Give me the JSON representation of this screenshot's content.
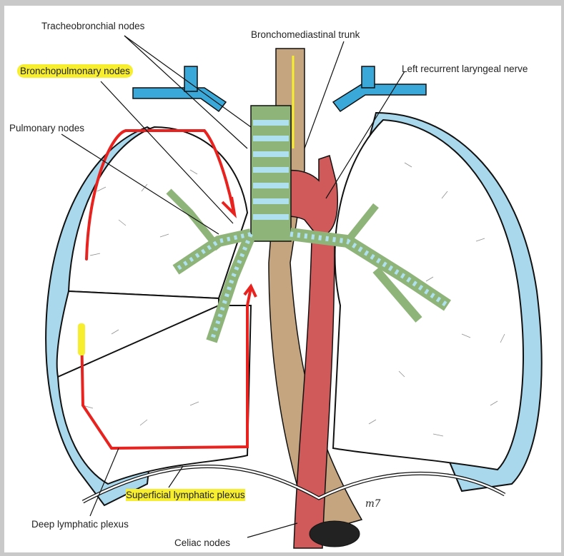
{
  "figure": {
    "title": "Lymphatic drainage of the lungs",
    "labels": {
      "tracheobronchial": "Tracheobronchial nodes",
      "bronchomediastinal": "Bronchomediastinal trunk",
      "left_recurrent": "Left recurrent laryngeal nerve",
      "bronchopulmonary": "Bronchopulmonary nodes",
      "pulmonary": "Pulmonary nodes",
      "superficial_plexus": "Superficial lymphatic plexus",
      "deep_plexus": "Deep lymphatic plexus",
      "celiac": "Celiac nodes"
    },
    "signature": "m7",
    "highlighted_labels": [
      "Bronchopulmonary nodes",
      "Superficial lymphatic plexus"
    ],
    "colors": {
      "pleura": "#a9d8ec",
      "bronchus_green": "#8fb47a",
      "bronchus_blue": "#aee0f0",
      "aorta": "#d05a5a",
      "esophagus": "#c4a57f",
      "vein": "#3aa8d8",
      "highlight": "#f6ee2e",
      "annotation": "#e8231f"
    }
  }
}
